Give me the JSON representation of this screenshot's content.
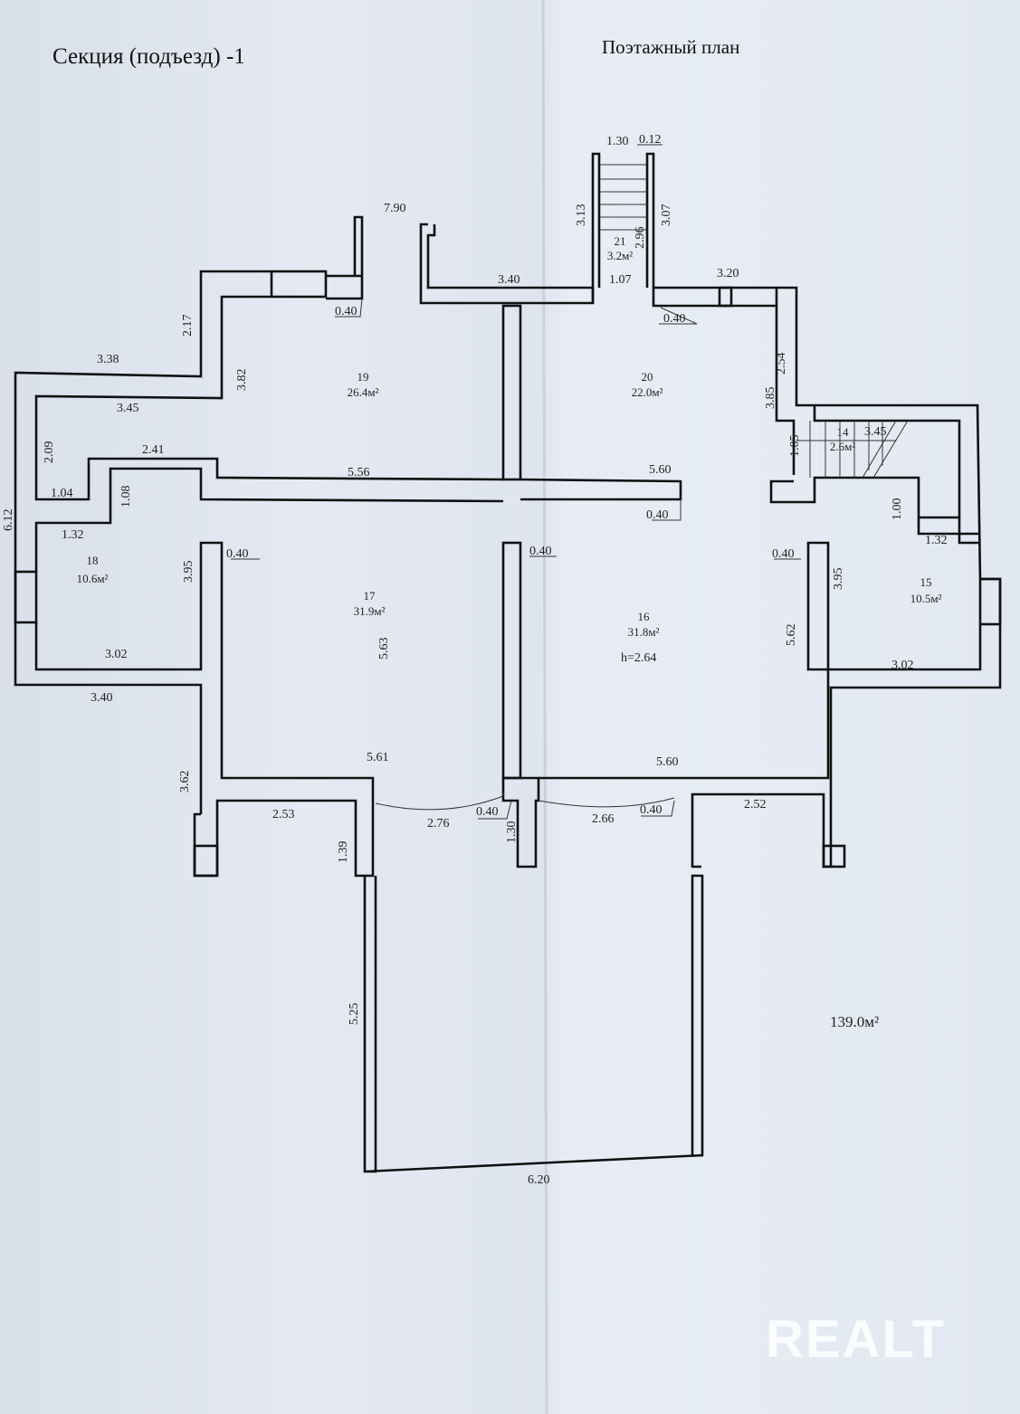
{
  "header": {
    "section_title": "Секция (подъезд) -1",
    "plan_title": "Поэтажный план"
  },
  "total_area": "139.0м²",
  "watermark": "REALT",
  "rooms": [
    {
      "number": "21",
      "area": "3.2м²"
    },
    {
      "number": "19",
      "area": "26.4м²"
    },
    {
      "number": "20",
      "area": "22.0м²"
    },
    {
      "number": "14",
      "area": "2.6м²"
    },
    {
      "number": "18",
      "area": "10.6м²"
    },
    {
      "number": "17",
      "area": "31.9м²"
    },
    {
      "number": "16",
      "area": "31.8м²"
    },
    {
      "number": "15",
      "area": "10.5м²"
    }
  ],
  "dims": [
    "7.90",
    "1.30",
    "0.12",
    "3.13",
    "3.07",
    "2.96",
    "1.07",
    "3.40",
    "0.40",
    "3.20",
    "0.40",
    "2.17",
    "3.38",
    "3.82",
    "3.45",
    "2.54",
    "3.85",
    "1.05",
    "3.45",
    "2.09",
    "2.41",
    "5.56",
    "5.60",
    "1.04",
    "1.08",
    "0.40",
    "1.00",
    "6.12",
    "1.32",
    "1.32",
    "0.40",
    "0.40",
    "0.40",
    "3.95",
    "3.95",
    "5.63",
    "5.62",
    "3.02",
    "3.02",
    "3.40",
    "3.62",
    "5.61",
    "5.60",
    "2.53",
    "0.40",
    "0.40",
    "2.76",
    "2.66",
    "2.52",
    "1.39",
    "1.30",
    "5.25",
    "6.20",
    "h=2.64"
  ]
}
